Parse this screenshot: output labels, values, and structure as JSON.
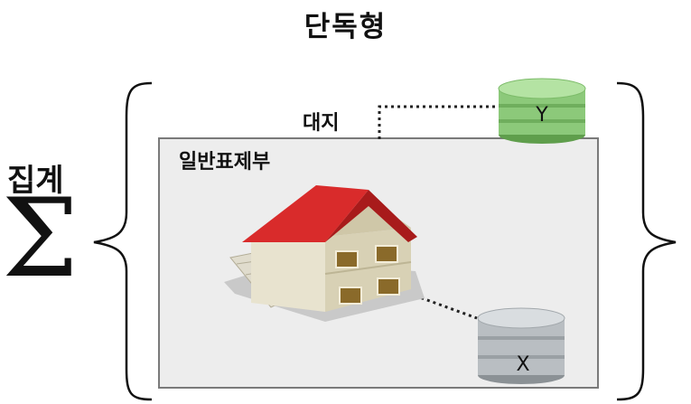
{
  "title": "단독형",
  "aggregate_label": "집계",
  "sigma_symbol": "Σ",
  "land_label": "대지",
  "general_register_label": "일반표제부",
  "cylinder_y_label": "Y",
  "cylinder_x_label": "X",
  "colors": {
    "cylinder_y": "#8cc97a",
    "cylinder_x": "#b9bec2",
    "roof": "#d92b2b",
    "box_fill": "#ededed"
  }
}
